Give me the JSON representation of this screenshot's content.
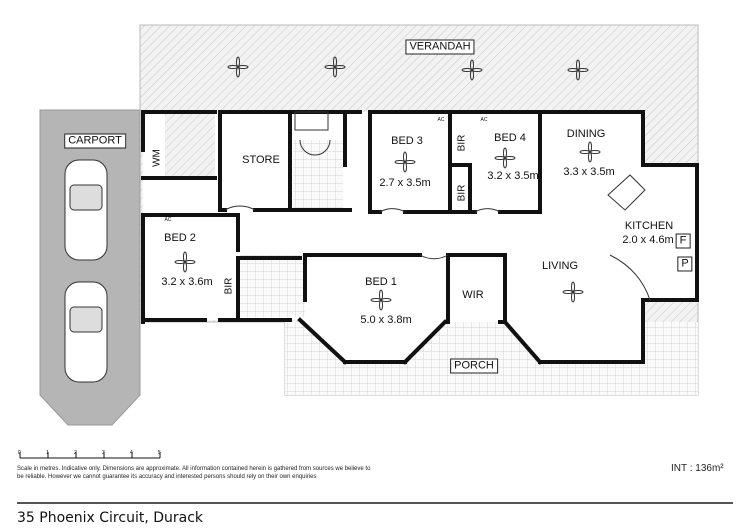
{
  "rooms": {
    "verandah": "VERANDAH",
    "carport": "CARPORT",
    "wm": "WM",
    "store": "STORE",
    "bed3": {
      "name": "BED 3",
      "size": "2.7 x 3.5m"
    },
    "bed4": {
      "name": "BED 4",
      "size": "3.2 x 3.5m"
    },
    "dining": {
      "name": "DINING",
      "size": "3.3 x 3.5m"
    },
    "kitchen": {
      "name": "KITCHEN",
      "size": "2.0 x 4.6m"
    },
    "bed2": {
      "name": "BED 2",
      "size": "3.2 x 3.6m"
    },
    "bed1": {
      "name": "BED 1",
      "size": "5.0 x 3.8m"
    },
    "living": "LIVING",
    "wir": "WIR",
    "porch": "PORCH",
    "bir": "BIR",
    "fridge": "F",
    "pantry": "P",
    "ac": "AC"
  },
  "scale": {
    "ticks": [
      "0",
      "1",
      "2",
      "3",
      "4",
      "5"
    ]
  },
  "footer": {
    "disclaimer": "Scale in metres. Indicative only. Dimensions are approximate. All information contained herein is gathered from sources we believe to be reliable. However we cannot guarantee its accuracy and interested persons should rely on their own enquiries",
    "area": "INT : 136m²",
    "address": "35 Phoenix Circuit, Durack"
  },
  "colors": {
    "wall": "#111111",
    "paving": "#e6e6e6",
    "carport": "#b5b5b5"
  }
}
